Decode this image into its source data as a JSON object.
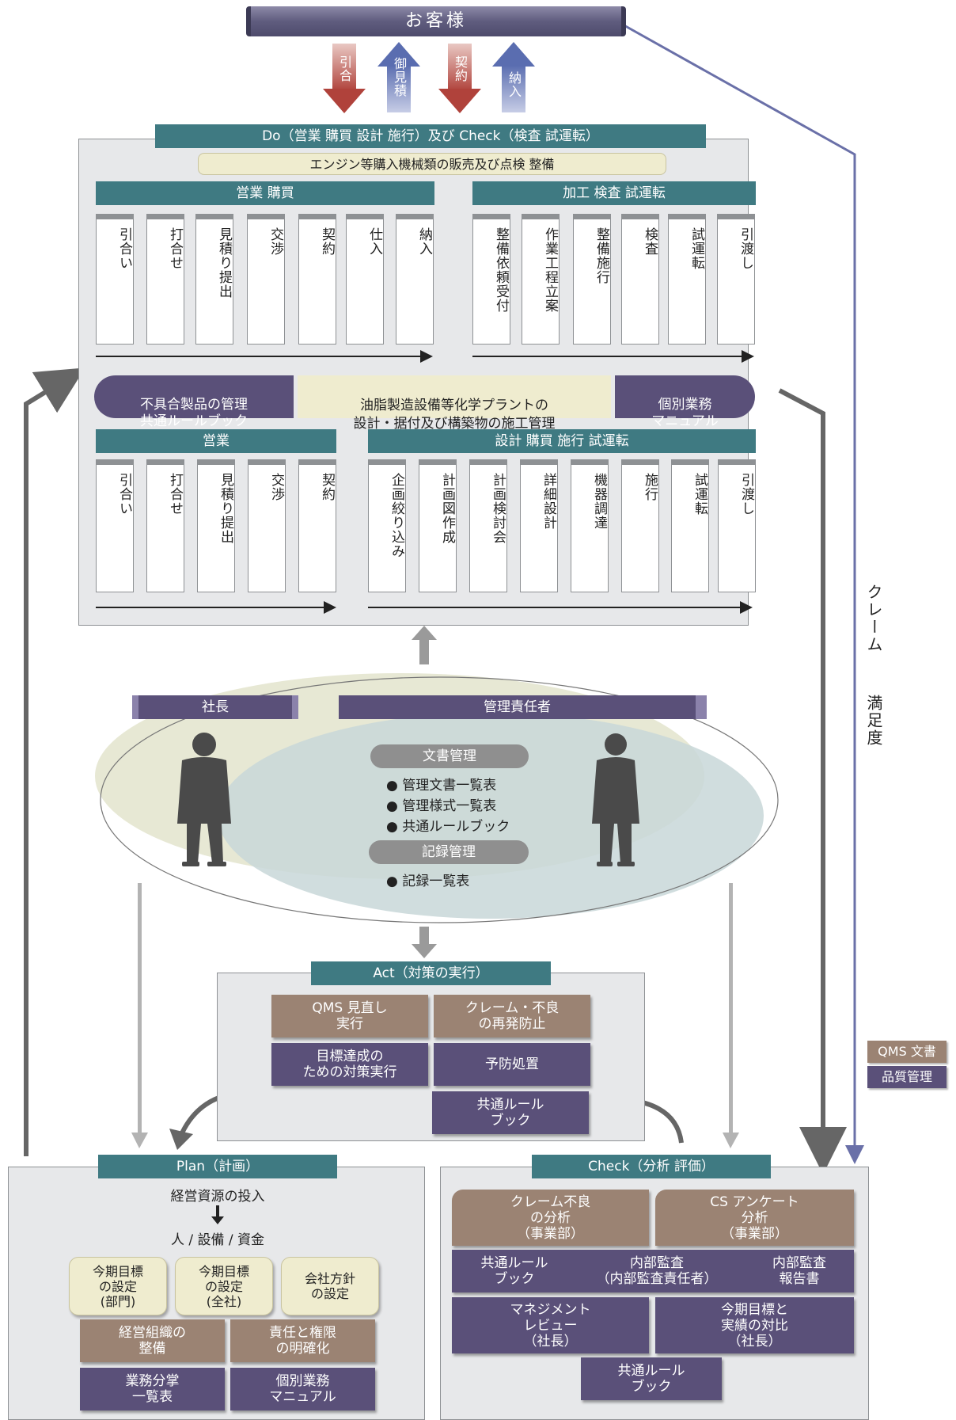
{
  "customer": "お客様",
  "flow_arrows": [
    {
      "label": "引合",
      "dir": "down"
    },
    {
      "label": "御見積",
      "dir": "up"
    },
    {
      "label": "契約",
      "dir": "down"
    },
    {
      "label": "納入",
      "dir": "up"
    }
  ],
  "do_check": {
    "title": "Do（営業 購買 設計 施行）及び Check（検査 試運転）",
    "engine_banner": "エンジン等購入機械類の販売及び点検 整備",
    "sales_purchase": {
      "header": "営業  購買",
      "steps": [
        "引合い",
        "打合せ",
        "見積り提出",
        "交渉",
        "契約",
        "仕入",
        "納入"
      ]
    },
    "processing": {
      "header": "加工  検査  試運転",
      "steps": [
        "整備依頼受付",
        "作業工程立案",
        "整備施行",
        "検査",
        "試運転",
        "引渡し"
      ]
    },
    "left_pill": "不具合製品の管理\n共通ルールブック",
    "center_banner": "油脂製造設備等化学プラントの\n設計・据付及び構築物の施工管理",
    "right_pill": "個別業務\nマニュアル",
    "sales": {
      "header": "営業",
      "steps": [
        "引合い",
        "打合せ",
        "見積り提出",
        "交渉",
        "契約"
      ]
    },
    "design": {
      "header": "設計  購買  施行  試運転",
      "steps": [
        "企画絞り込み",
        "計画図作成",
        "計画検討会",
        "詳細設計",
        "機器調達",
        "施行",
        "試運転",
        "引渡し"
      ]
    }
  },
  "management": {
    "president": "社長",
    "manager": "管理責任者",
    "doc_control": "文書管理",
    "doc_items": [
      "管理文書一覧表",
      "管理様式一覧表",
      "共通ルールブック"
    ],
    "record_control": "記録管理",
    "record_items": [
      "記録一覧表"
    ]
  },
  "act": {
    "title": "Act（対策の実行）",
    "qms_review": "QMS 見直し\n実行",
    "claim_prevent": "クレーム・不良\nの再発防止",
    "target_action": "目標達成の\nための対策実行",
    "preventive": "予防処置",
    "rulebook": "共通ルール\nブック"
  },
  "plan": {
    "title": "Plan（計画）",
    "resource": "経営資源の投入",
    "resource_items": "人 /  設備 / 資金",
    "dept_target": "今期目標\nの設定\n(部門)",
    "company_target": "今期目標\nの設定\n(全社)",
    "policy": "会社方針\nの設定",
    "org": "経営組織の\n整備",
    "authority": "責任と権限\nの明確化",
    "duties": "業務分掌\n一覧表",
    "manual": "個別業務\nマニュアル"
  },
  "check": {
    "title": "Check（分析  評価）",
    "claim_analysis": "クレーム不良\nの分析\n（事業部）",
    "cs_survey": "CS アンケート\n分析\n（事業部）",
    "rulebook": "共通ルール\nブック",
    "internal_audit": "内部監査\n（内部監査責任者）",
    "audit_report": "内部監査\n報告書",
    "mgmt_review": "マネジメント\nレビュー\n（社長）",
    "target_compare": "今期目標と\n実績の対比\n（社長）",
    "rulebook2": "共通ルール\nブック"
  },
  "side_label": "クレーム  満足度",
  "legend": {
    "qms": "QMS 文書",
    "quality": "品質管理"
  },
  "colors": {
    "teal": "#3f7a82",
    "brown": "#9b8373",
    "purple": "#5a5079",
    "cream": "#efeccf",
    "red_arrow": "#b0423b",
    "blue_arrow": "#5a6db0",
    "feedback_line": "#5b5f96"
  }
}
